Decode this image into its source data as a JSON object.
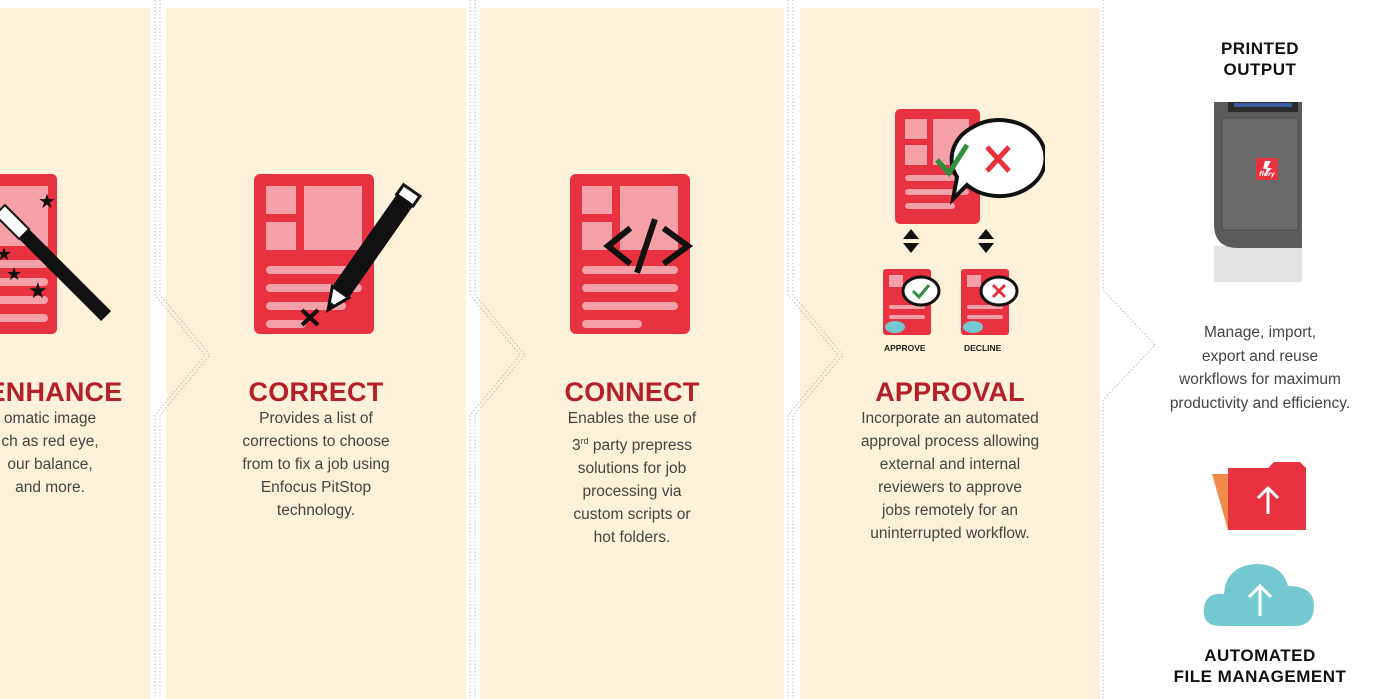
{
  "steps": [
    {
      "title": "ENHANCE",
      "lines": [
        "omatic image",
        "ch as red eye,",
        "our balance,",
        "and more."
      ]
    },
    {
      "title": "CORRECT",
      "lines": [
        "Provides a list of",
        "corrections to choose",
        "from to fix a job using",
        "Enfocus PitStop",
        "technology."
      ]
    },
    {
      "title": "CONNECT",
      "line1": "Enables the use of",
      "ordinal_num": "3",
      "ordinal_suffix": "rd",
      "line2_rest": " party prepress",
      "lines": [
        "solutions for job",
        "processing via",
        "custom scripts or",
        "hot folders."
      ]
    },
    {
      "title": "APPROVAL",
      "lines": [
        "Incorporate an automated",
        "approval process allowing",
        "external and internal",
        "reviewers to approve",
        "jobs remotely for an",
        "uninterrupted workflow."
      ],
      "approve_label": "APPROVE",
      "decline_label": "DECLINE"
    }
  ],
  "printed_output": {
    "line1": "PRINTED",
    "line2": "OUTPUT",
    "brand": "fiery"
  },
  "side_desc": [
    "Manage, import,",
    "export and reuse",
    "workflows for maximum",
    "productivity and efficiency."
  ],
  "file_mgmt": {
    "line1": "AUTOMATED",
    "line2": "FILE MANAGEMENT"
  },
  "colors": {
    "red": "#e8323f",
    "pink": "#f5a0a8",
    "title_red": "#b51f26",
    "panel": "#fdf1d9",
    "cloud": "#74c9d0",
    "folder_orange": "#f08a4b"
  }
}
